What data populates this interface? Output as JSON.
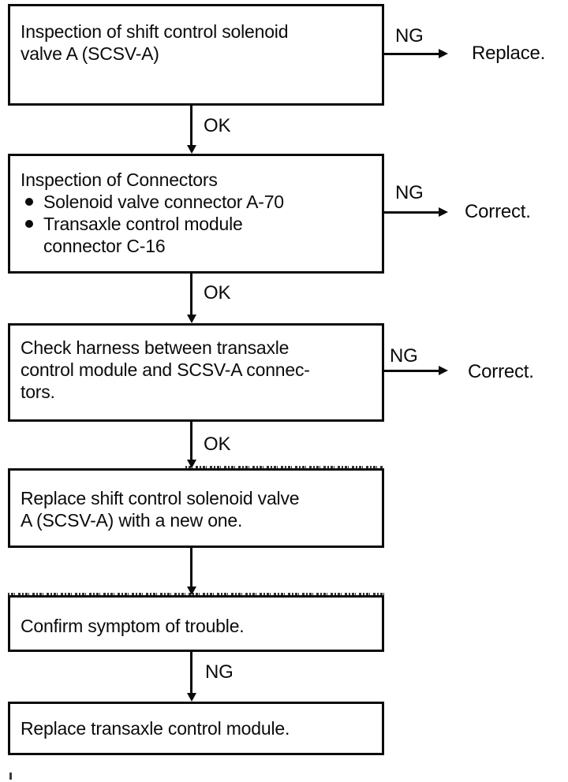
{
  "page": {
    "background": "#ffffff",
    "ink": "#0b0b0b",
    "kind": "service-manual troubleshooting flowchart"
  },
  "flowchart": {
    "bullet_glyph": "●",
    "boxes": [
      {
        "id": "step-1",
        "lines": [
          "Inspection of shift control solenoid",
          "valve A (SCSV-A)"
        ]
      },
      {
        "id": "step-2",
        "header": "Inspection of Connectors",
        "bullets": [
          {
            "lines": [
              "Solenoid valve connector A-70"
            ]
          },
          {
            "lines": [
              "Transaxle control module",
              "connector C-16"
            ]
          }
        ]
      },
      {
        "id": "step-3",
        "lines": [
          "Check harness between transaxle",
          "control module and SCSV-A connec-",
          "tors."
        ]
      },
      {
        "id": "step-4",
        "lines": [
          "Replace shift control solenoid valve",
          "A (SCSV-A) with a new one."
        ]
      },
      {
        "id": "step-5",
        "lines": [
          "Confirm symptom of trouble."
        ]
      },
      {
        "id": "step-6",
        "lines": [
          "Replace transaxle control module."
        ]
      }
    ],
    "edges": {
      "ok_labels": [
        "OK",
        "OK",
        "OK"
      ],
      "ng_bottom_label": "NG",
      "side_branches": [
        {
          "label": "NG",
          "result": "Replace."
        },
        {
          "label": "NG",
          "result": "Correct."
        },
        {
          "label": "NG",
          "result": "Correct."
        }
      ]
    }
  }
}
